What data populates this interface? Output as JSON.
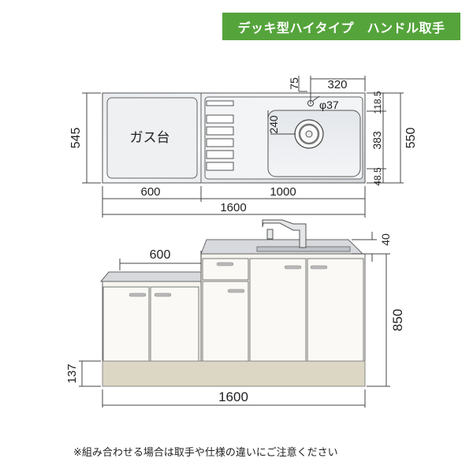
{
  "header": {
    "title": "デッキ型ハイタイプ　ハンドル取手",
    "bg_color": "#55a43b"
  },
  "plan_view": {
    "gas_label": "ガス台",
    "dim_depth_left": "545",
    "dim_depth_right": "550",
    "dim_gas_width": "600",
    "dim_sink_width": "1000",
    "dim_total_width": "1600",
    "dim_top_offset": "75",
    "dim_faucet_offset": "320",
    "dim_hole_diameter": "φ37",
    "dim_bowl_offset": "240",
    "dim_right_a": "118.5",
    "dim_right_b": "383",
    "dim_right_c": "48.5"
  },
  "front_view": {
    "dim_gas_width": "600",
    "dim_height": "850",
    "dim_deck": "40",
    "dim_plinth": "137",
    "dim_total_width": "1600",
    "plinth_color": "#dcd6c4",
    "cabinet_color": "#f6f4ee"
  },
  "footnote": "※組み合わせる場合は取手や仕様の違いにご注意ください"
}
